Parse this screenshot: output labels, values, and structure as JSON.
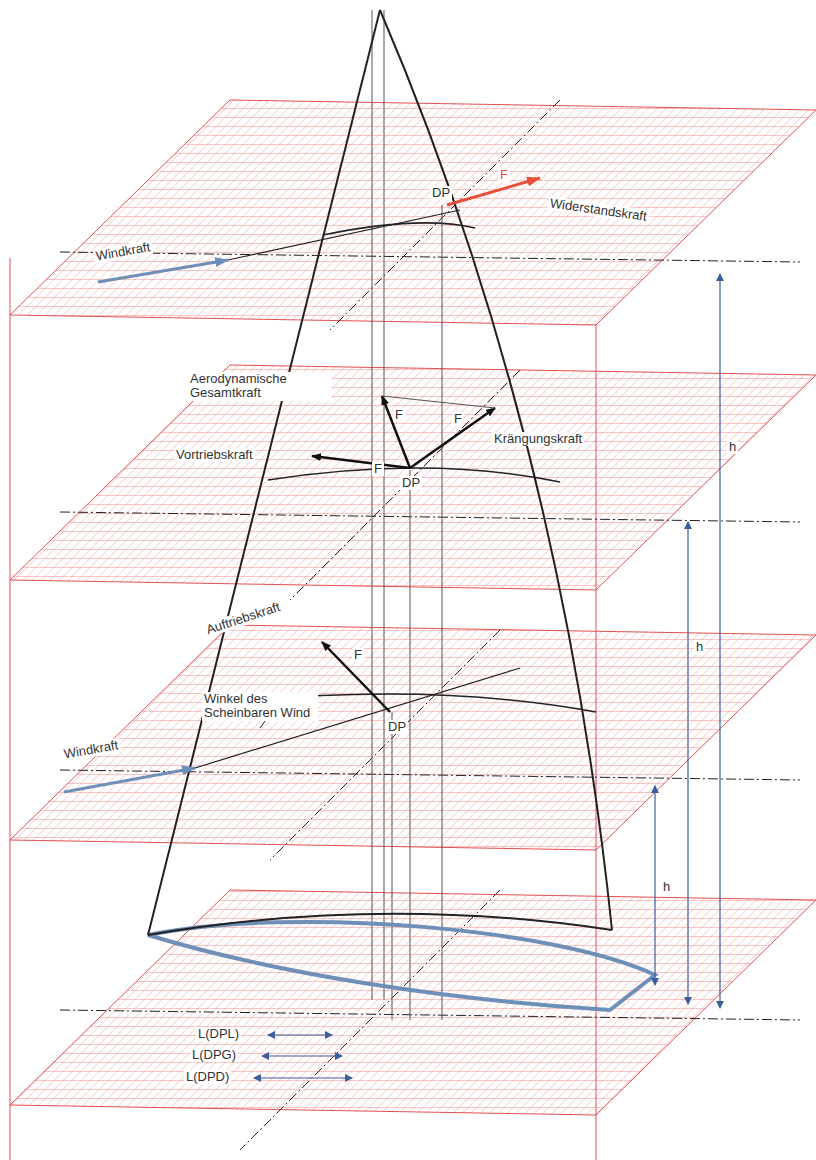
{
  "diagram": {
    "labels": [
      "DP",
      "F",
      "Widerstandskraft",
      "Windkraft",
      "h",
      "Aerodynamische Gesamtkraft",
      "F",
      "F",
      "Vortriebskraft",
      "F",
      "Krängungskraft",
      "DP",
      "h",
      "Auftriebskraft",
      "F",
      "Winkel des Scheinbaren Wind",
      "DP",
      "Windkraft",
      "h",
      "L(DPL)",
      "L(DPG)",
      "L(DPD)"
    ]
  }
}
